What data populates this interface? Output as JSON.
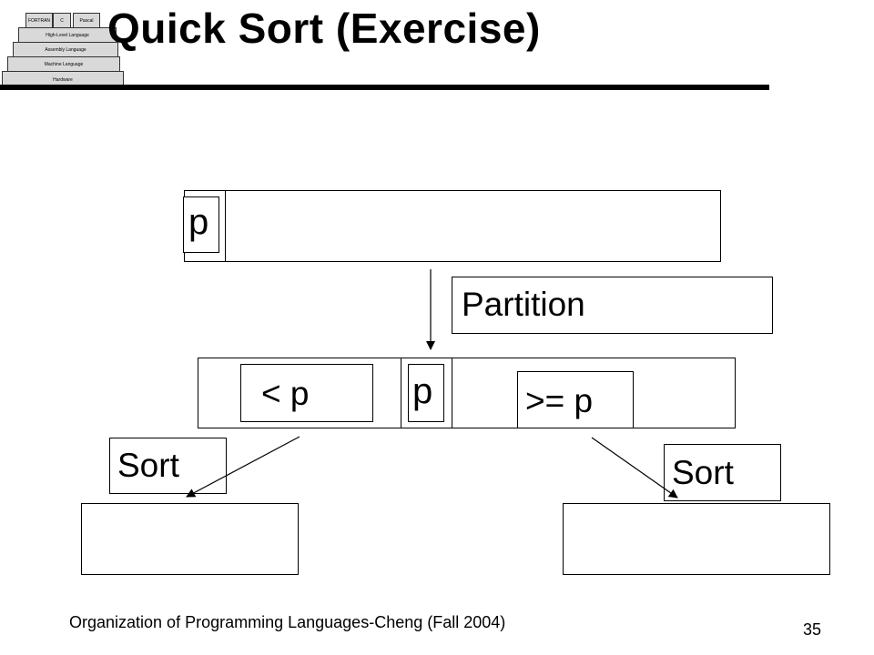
{
  "slide": {
    "title": "Quick Sort (Exercise)",
    "footer": "Organization of Programming Languages-Cheng (Fall 2004)",
    "page_number": "35"
  },
  "logo": {
    "layers": [
      "FORTRAN",
      "C",
      "Pascal",
      "High-Level Language",
      "Assembly Language",
      "Machine Language",
      "Hardware"
    ]
  },
  "diagram": {
    "top_pivot": "p",
    "partition_label": "Partition",
    "less_label": "< p",
    "pivot_label": "p",
    "greater_label": ">= p",
    "sort_left_label": "Sort",
    "sort_right_label": "Sort"
  }
}
